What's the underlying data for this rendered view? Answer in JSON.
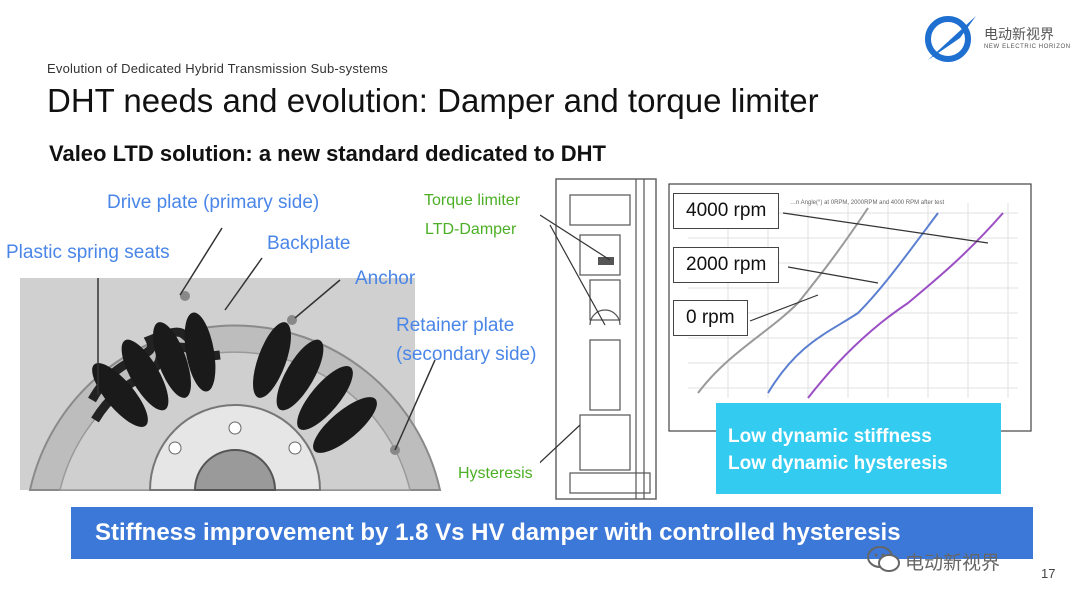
{
  "header": {
    "subtitle": "Evolution of Dedicated Hybrid Transmission Sub-systems",
    "title": "DHT needs and evolution: Damper and torque limiter",
    "section": "Valeo LTD solution: a new standard dedicated to DHT"
  },
  "logo": {
    "name": "电动新视界",
    "tagline": "NEW ELECTRIC HORIZON"
  },
  "damper_labels": {
    "drive_plate": "Drive plate (primary side)",
    "plastic_seats": "Plastic spring seats",
    "backplate": "Backplate",
    "anchor": "Anchor",
    "retainer_1": "Retainer plate",
    "retainer_2": "(secondary side)"
  },
  "section_labels": {
    "torque_limiter": "Torque limiter",
    "ltd_damper": "LTD-Damper",
    "hysteresis": "Hysteresis"
  },
  "graph": {
    "caption": "…n Angle(°) at 0RPM, 2000RPM and 4000 RPM after test",
    "rpm_4000": "4000 rpm",
    "rpm_2000": "2000 rpm",
    "rpm_0": "0 rpm",
    "note_1": "Low dynamic stiffness",
    "note_2": "Low dynamic hysteresis"
  },
  "banner": "Stiffness improvement by 1.8 Vs HV damper with controlled hysteresis",
  "watermark": "电动新视界",
  "page_number": "17",
  "colors": {
    "label_blue": "#4a86e8",
    "label_green": "#4caf25",
    "banner": "#3c78d8",
    "note_box": "#33ccf0"
  }
}
